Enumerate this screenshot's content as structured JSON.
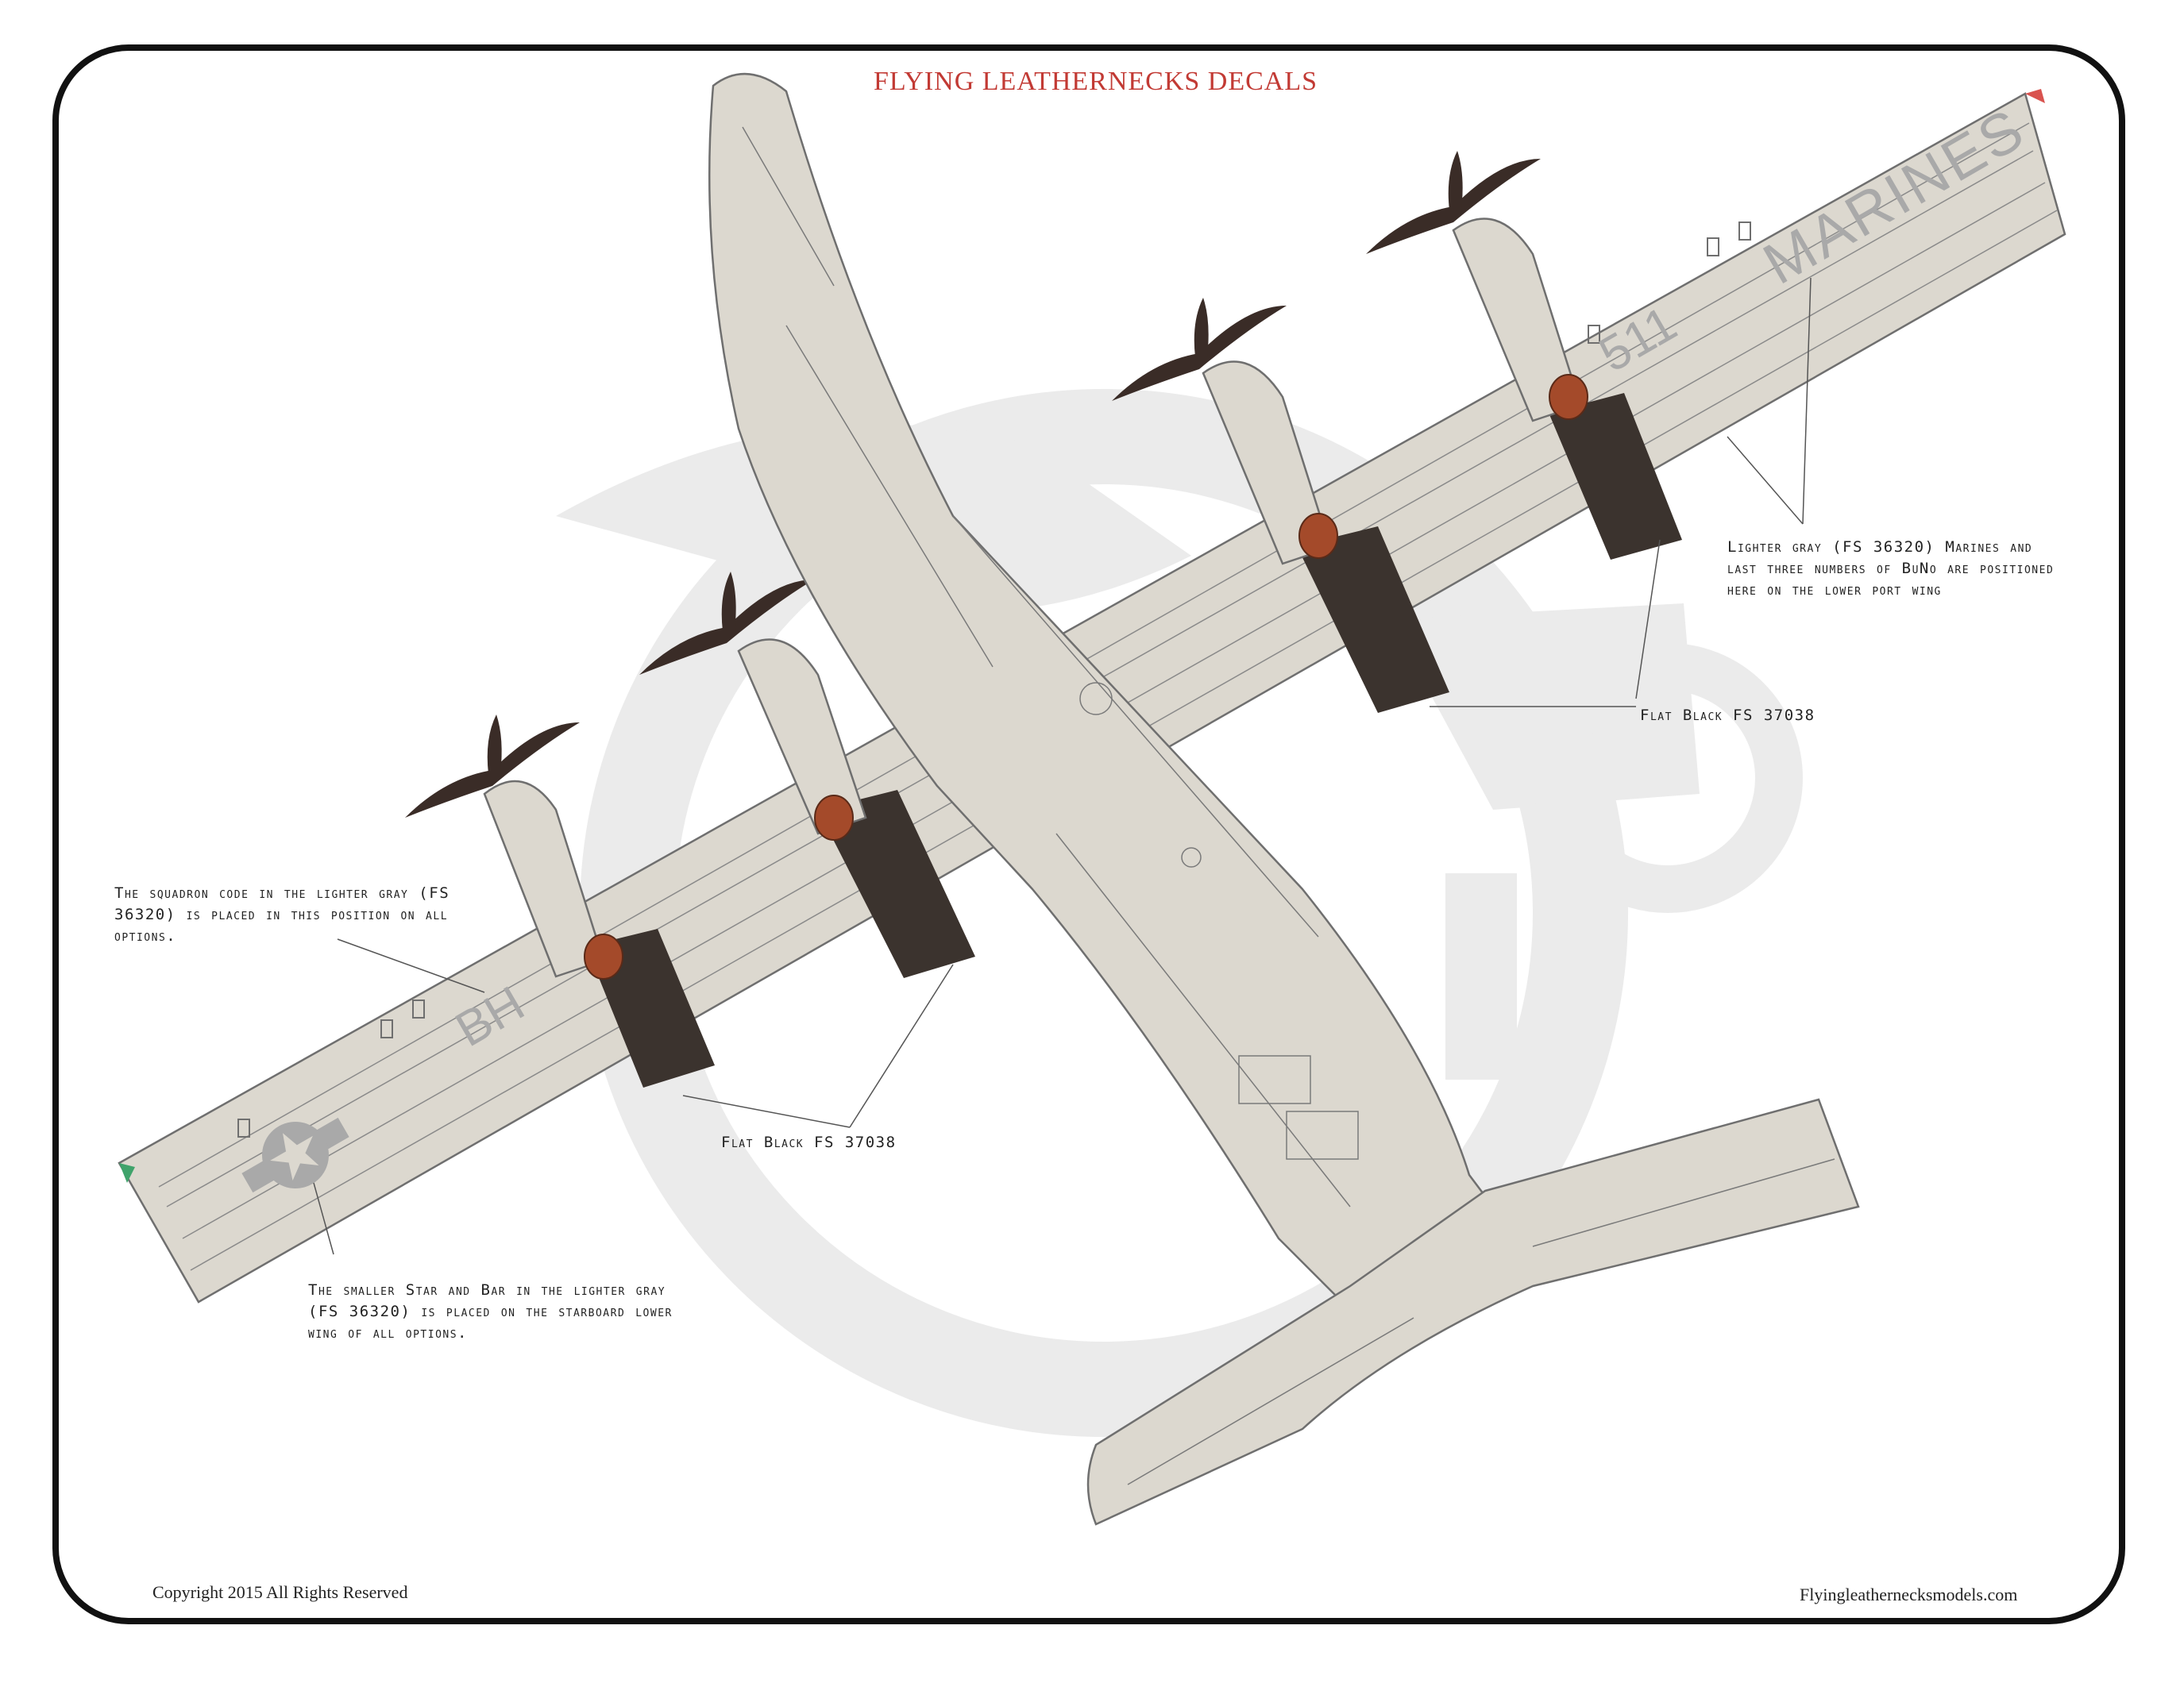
{
  "header": {
    "title": "FLYING LEATHERNECKS DECALS"
  },
  "markings": {
    "marines_text": "MARINES",
    "buno_number": "511",
    "squadron_code": "BH"
  },
  "callouts": {
    "port_wing": "Lighter gray (FS 36320) Marines and last three numbers of BuNo are positioned here on the lower port wing",
    "flat_black_right": "Flat Black FS 37038",
    "squadron_code": "The squadron code in the lighter gray (FS 36320) is placed in this position on all options.",
    "flat_black_left": "Flat Black FS 37038",
    "star_bar": "The smaller Star and Bar in the lighter gray (FS 36320) is placed on the starboard lower wing of all options."
  },
  "footer": {
    "copyright": "Copyright 2015 All Rights Reserved",
    "website": "Flyingleathernecksmodels.com"
  },
  "colors": {
    "airframe": "#dcd8cf",
    "panel_line": "#6f6f6f",
    "flat_black": "#3b332e",
    "propeller": "#3a2c27",
    "spinner": "#a44a2a",
    "lighter_gray_marking": "#a9a9a9",
    "watermark": "#e9e9e9",
    "title_red": "#c23a34"
  }
}
